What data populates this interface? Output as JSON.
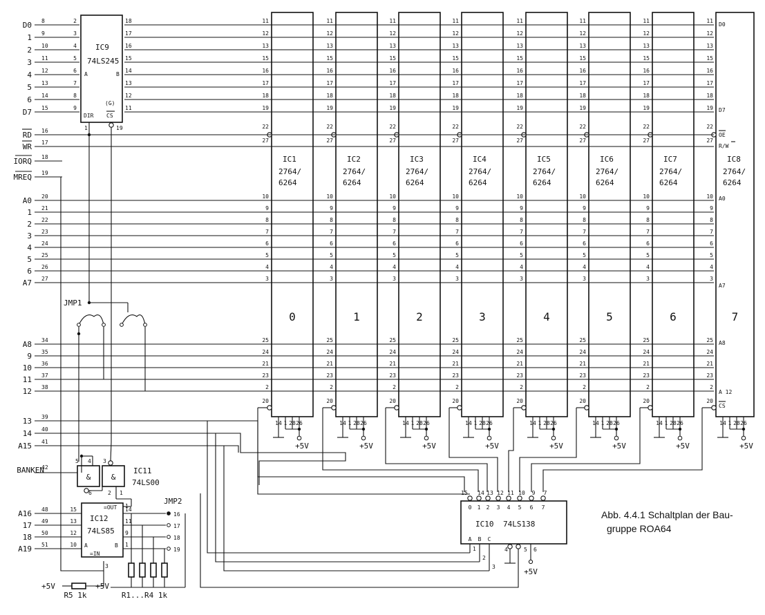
{
  "caption": {
    "line1": "Abb. 4.4.1  Schaltplan der Bau-",
    "line2": "gruppe ROA64"
  },
  "left_labels": {
    "data": [
      "D0",
      "1",
      "2",
      "3",
      "4",
      "5",
      "6",
      "D7"
    ],
    "data_pins": [
      "8",
      "9",
      "10",
      "11",
      "12",
      "13",
      "14",
      "15"
    ],
    "ctrl": [
      "RD",
      "WR",
      "IORQ",
      "MREQ"
    ],
    "ctrl_pins": [
      "16",
      "17",
      "18",
      "19"
    ],
    "addr_low": [
      "A0",
      "1",
      "2",
      "3",
      "4",
      "5",
      "6",
      "A7"
    ],
    "addr_low_pins": [
      "20",
      "21",
      "22",
      "23",
      "24",
      "25",
      "26",
      "27"
    ],
    "addr_high": [
      "A8",
      "9",
      "10",
      "11",
      "12"
    ],
    "addr_high_pins": [
      "34",
      "35",
      "36",
      "37",
      "38"
    ],
    "addr_top": [
      "13",
      "14",
      "A15"
    ],
    "addr_top_pins": [
      "39",
      "40",
      "41"
    ],
    "banken": "BANKEN",
    "banken_pin": "42",
    "addr_cmp": [
      "A16",
      "17",
      "18",
      "A19"
    ],
    "addr_cmp_pins": [
      "48",
      "49",
      "50",
      "51"
    ]
  },
  "ic9": {
    "name": "IC9",
    "type": "74LS245",
    "side_a": "A",
    "side_b": "B",
    "dir": "DIR",
    "g": "(G)",
    "cs": "CS",
    "pins_a": [
      "2",
      "3",
      "4",
      "5",
      "6",
      "7",
      "8",
      "9"
    ],
    "pins_b": [
      "18",
      "17",
      "16",
      "15",
      "14",
      "13",
      "12",
      "11"
    ],
    "pin_dir": "1",
    "pin_cs": "19"
  },
  "memory": {
    "data_pins": [
      "11",
      "12",
      "13",
      "15",
      "16",
      "17",
      "18",
      "19"
    ],
    "ctrl_pins": [
      "22",
      "27"
    ],
    "addr_pins": [
      "10",
      "9",
      "8",
      "7",
      "6",
      "5",
      "4",
      "3"
    ],
    "high_pins": [
      "25",
      "24",
      "21",
      "23",
      "2"
    ],
    "cs_pin": "20",
    "power_pins": [
      "14",
      "1",
      "28",
      "26"
    ],
    "supply": "+5V",
    "type_line1": "2764/",
    "type_line2": "6264",
    "chips": [
      {
        "name": "IC1",
        "bank": "0"
      },
      {
        "name": "IC2",
        "bank": "1"
      },
      {
        "name": "IC3",
        "bank": "2"
      },
      {
        "name": "IC4",
        "bank": "3"
      },
      {
        "name": "IC5",
        "bank": "4"
      },
      {
        "name": "IC6",
        "bank": "5"
      },
      {
        "name": "IC7",
        "bank": "6"
      },
      {
        "name": "IC8",
        "bank": "7"
      }
    ],
    "ic8_labels": {
      "d0": "D0",
      "d7": "D7",
      "oe": "OE",
      "rw": "R/W",
      "a0": "A0",
      "a7": "A7",
      "a8": "A8",
      "a12": "A 12",
      "cs": "CS"
    }
  },
  "jumpers": {
    "jmp1": "JMP1",
    "jmp2": "JMP2",
    "jmp2_pins": [
      "16",
      "17",
      "18",
      "19"
    ]
  },
  "ic11": {
    "name": "IC11",
    "type": "74LS00",
    "gate": "&",
    "pins": [
      "5",
      "4",
      "6",
      "3",
      "2",
      "1"
    ]
  },
  "ic12": {
    "name": "IC12",
    "type": "74LS85",
    "out": "=OUT",
    "in": "=IN",
    "a": "A",
    "b": "B",
    "pins_a": [
      "15",
      "13",
      "12",
      "10"
    ],
    "pins_b": [
      "14",
      "11",
      "9",
      "1"
    ],
    "pin_out": "1",
    "pin_in": "3",
    "pin_6": "6"
  },
  "ic10": {
    "name": "IC10",
    "type": "74LS138",
    "out_pins": [
      "15",
      "14",
      "13",
      "12",
      "11",
      "10",
      "9",
      "7"
    ],
    "out_labels": [
      "0",
      "1",
      "2",
      "3",
      "4",
      "5",
      "6",
      "7"
    ],
    "sel_labels": [
      "A",
      "B",
      "C"
    ],
    "sel_pins": [
      "1",
      "2",
      "3"
    ],
    "en_pins": [
      "4",
      "5",
      "6"
    ],
    "supply": "+5V"
  },
  "resistors": {
    "r5": "R5  1k",
    "r1r4": "R1...R4  1k",
    "supply": "+5V"
  }
}
